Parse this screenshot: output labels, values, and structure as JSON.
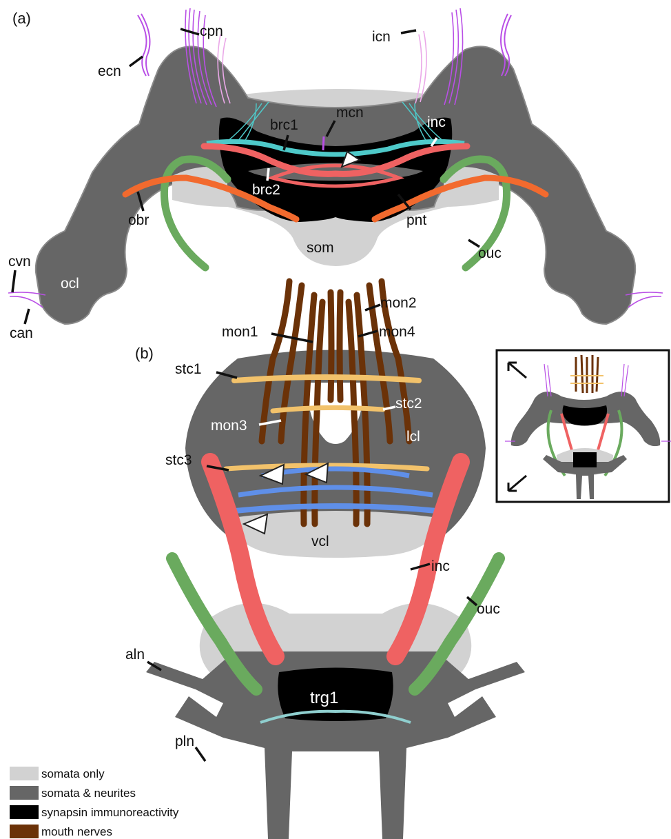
{
  "panels": {
    "a": "(a)",
    "b": "(b)"
  },
  "labels": {
    "cpn": "cpn",
    "ecn": "ecn",
    "icn": "icn",
    "mcn": "mcn",
    "brc1": "brc1",
    "brc2": "brc2",
    "inc_a": "inc",
    "obr": "obr",
    "pnt": "pnt",
    "som": "som",
    "ouc_a": "ouc",
    "cvn": "cvn",
    "can": "can",
    "ocl": "ocl",
    "mon1": "mon1",
    "mon2": "mon2",
    "mon3": "mon3",
    "mon4": "mon4",
    "stc1": "stc1",
    "stc2": "stc2",
    "stc3": "stc3",
    "lcl": "lcl",
    "vcl": "vcl",
    "inc_b": "inc",
    "ouc_b": "ouc",
    "aln": "aln",
    "pln": "pln",
    "trg1": "trg1"
  },
  "legend": [
    {
      "label": "somata only",
      "color": "#d2d2d2"
    },
    {
      "label": "somata & neurites",
      "color": "#666666"
    },
    {
      "label": "synapsin immunoreactivity",
      "color": "#000000"
    },
    {
      "label": "mouth nerves",
      "color": "#6b3208"
    }
  ],
  "colors": {
    "somata_only": "#d2d2d2",
    "somata_neurites": "#666666",
    "synapsin": "#000000",
    "mouth_nerves": "#6b3208",
    "commissure_red": "#ef6262",
    "outer_connective_green": "#6aaa5e",
    "brain_commissure_cyan": "#4ec9c9",
    "peripheral_nerve_magenta": "#b94fe6",
    "stomatogastric_yellow": "#f2c26b",
    "ventral_commissure_blue": "#5f8fe8",
    "orange_nerve": "#f26a2e",
    "trunk_ganglion_cyan": "#8fcfcf"
  }
}
